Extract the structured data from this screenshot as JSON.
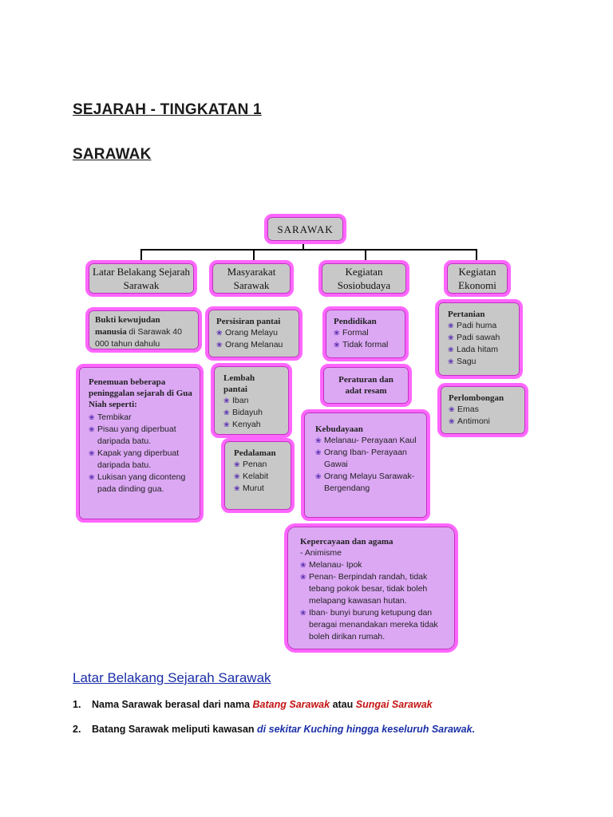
{
  "header": {
    "title": "SEJARAH - TINGKATAN 1",
    "region": "SARAWAK"
  },
  "diagram": {
    "root": "SARAWAK",
    "categories": [
      "Latar Belakang Sejarah Sarawak",
      "Masyarakat Sarawak",
      "Kegiatan Sosiobudaya",
      "Kegiatan Ekonomi"
    ],
    "bukti": {
      "label": "Bukti kewujudan manusia",
      "text": "di Sarawak 40 000 tahun dahulu"
    },
    "penemuan": {
      "label": "Penemuan beberapa peninggalan sejarah di Gua Niah seperti:",
      "items": [
        "Tembikar",
        "Pisau yang diperbuat daripada batu.",
        "Kapak yang diperbuat daripada batu.",
        "Lukisan yang diconteng pada dinding gua."
      ]
    },
    "pesisiran": {
      "label": "Persisiran pantai",
      "items": [
        "Orang Melayu",
        "Orang Melanau"
      ]
    },
    "lembah": {
      "label": "Lembah pantai",
      "items": [
        "Iban",
        "Bidayuh",
        "Kenyah"
      ]
    },
    "pedalaman": {
      "label": "Pedalaman",
      "items": [
        "Penan",
        "Kelabit",
        "Murut"
      ]
    },
    "pendidikan": {
      "label": "Pendidikan",
      "items": [
        "Formal",
        "Tidak formal"
      ]
    },
    "peraturan": {
      "label": "Peraturan dan adat resam"
    },
    "kebudayaan": {
      "label": "Kebudayaan",
      "items": [
        "Melanau- Perayaan Kaul",
        "Orang Iban- Perayaan Gawai",
        "Orang Melayu Sarawak- Bergendang"
      ]
    },
    "kepercayaan": {
      "label": "Kepercayaan dan agama",
      "intro": "- Animisme",
      "items": [
        "Melanau- Ipok",
        "Penan- Berpindah randah, tidak tebang pokok besar, tidak boleh melapang kawasan hutan.",
        "Iban- bunyi burung ketupung dan beragai menandakan mereka tidak boleh dirikan rumah."
      ]
    },
    "pertanian": {
      "label": "Pertanian",
      "items": [
        "Padi huma",
        "Padi sawah",
        "Lada hitam",
        "Sagu"
      ]
    },
    "perlombongan": {
      "label": "Perlombongan",
      "items": [
        "Emas",
        "Antimoni"
      ]
    },
    "bullet_icon": "flower-bullet-icon",
    "colors": {
      "border": "#ff66ff",
      "gray_fill": "#c8c8c8",
      "violet_fill": "#dca8f4"
    }
  },
  "section": {
    "title": "Latar Belakang Sejarah Sarawak",
    "points": [
      {
        "num": "1.",
        "text": "Nama Sarawak berasal dari nama ",
        "em1": "Batang Sarawak",
        "mid": " atau ",
        "em2": "Sungai Sarawak"
      },
      {
        "num": "2.",
        "text": "Batang Sarawak meliputi kawasan ",
        "em1": "di sekitar Kuching hingga keseluruh Sarawak",
        "end": "."
      }
    ]
  }
}
